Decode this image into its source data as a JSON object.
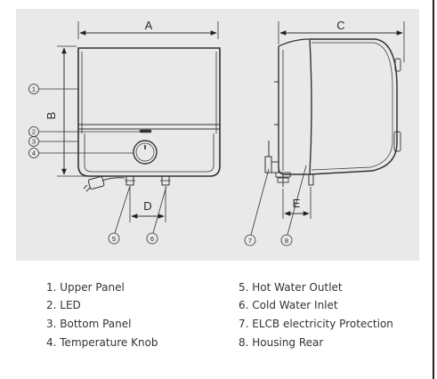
{
  "dimensions": {
    "width": "A",
    "height": "B",
    "depth": "C",
    "inlet_spacing": "D",
    "rear_offset": "E"
  },
  "callouts": [
    "1",
    "2",
    "3",
    "4",
    "5",
    "6",
    "7",
    "8"
  ],
  "legend": {
    "left": [
      "1. Upper Panel",
      "2. LED",
      "3. Bottom Panel",
      "4. Temperature Knob"
    ],
    "right": [
      "5. Hot Water Outlet",
      "6. Cold Water Inlet",
      "7. ELCB electricity Protection",
      "8. Housing Rear"
    ]
  },
  "colors": {
    "panel_bg": "#e9e9ea",
    "line": "#333333",
    "text": "#333333"
  }
}
